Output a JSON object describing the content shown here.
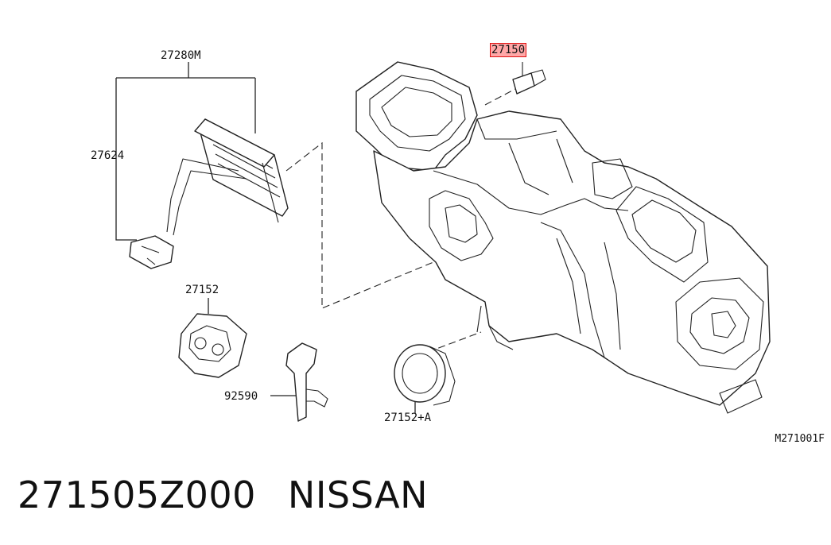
{
  "callouts": {
    "evaporator_kit": "27280M",
    "evaporator": "27624",
    "highlighted_part": "27150",
    "blower_grommet": "27152",
    "bracket": "92590",
    "blower_seal": "27152+A"
  },
  "diagram_ref": "M271001F",
  "part_number": "271505Z000",
  "brand": "NISSAN",
  "colors": {
    "highlight": "#e01010",
    "line": "#222222"
  }
}
